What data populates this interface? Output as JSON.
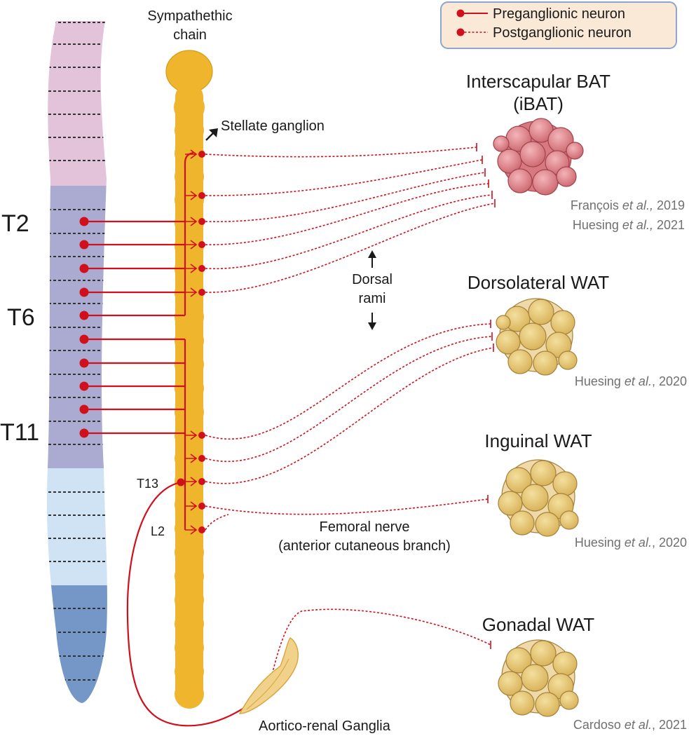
{
  "chain_title_line1": "Sympathethic",
  "chain_title_line2": "chain",
  "stellate_label": "Stellate ganglion",
  "legend": {
    "pre_label": "Preganglionic neuron",
    "post_label": "Postganglionic neuron"
  },
  "spinal_labels": {
    "t2": "T2",
    "t6": "T6",
    "t11": "T11"
  },
  "chain_labels": {
    "t13": "T13",
    "l2": "L2"
  },
  "rami": {
    "line1": "Dorsal",
    "line2": "rami"
  },
  "femoral": {
    "line1": "Femoral nerve",
    "line2": "(anterior cutaneous branch)"
  },
  "aortico_label": "Aortico-renal Ganglia",
  "tissues": {
    "ibat": {
      "title1": "Interscapular BAT",
      "title2": "(iBAT)",
      "cite1_a": "François ",
      "cite1_b": "et al.,",
      "cite1_c": " 2019",
      "cite2_a": "Huesing ",
      "cite2_b": "et al.,",
      "cite2_c": " 2021"
    },
    "dwat": {
      "title": "Dorsolateral WAT",
      "cite_a": "Huesing ",
      "cite_b": "et al.",
      "cite_c": ", 2020"
    },
    "iwat": {
      "title": "Inguinal WAT",
      "cite_a": "Huesing ",
      "cite_b": "et al.",
      "cite_c": ", 2020"
    },
    "gwat": {
      "title": "Gonadal WAT",
      "cite_a": "Cardoso ",
      "cite_b": "et al.",
      "cite_c": ", 2021"
    }
  },
  "colors": {
    "nerve_red": "#d0101c",
    "chain_gold": "#efb52c",
    "cervical_pink": "#e2c3da",
    "thoracic_purple": "#abaad0",
    "lumbar_lightblue": "#cfe3f4",
    "sacral_blue": "#7497c8",
    "wat_cell": "#e7c878",
    "bat_cell": "#e2888e"
  }
}
